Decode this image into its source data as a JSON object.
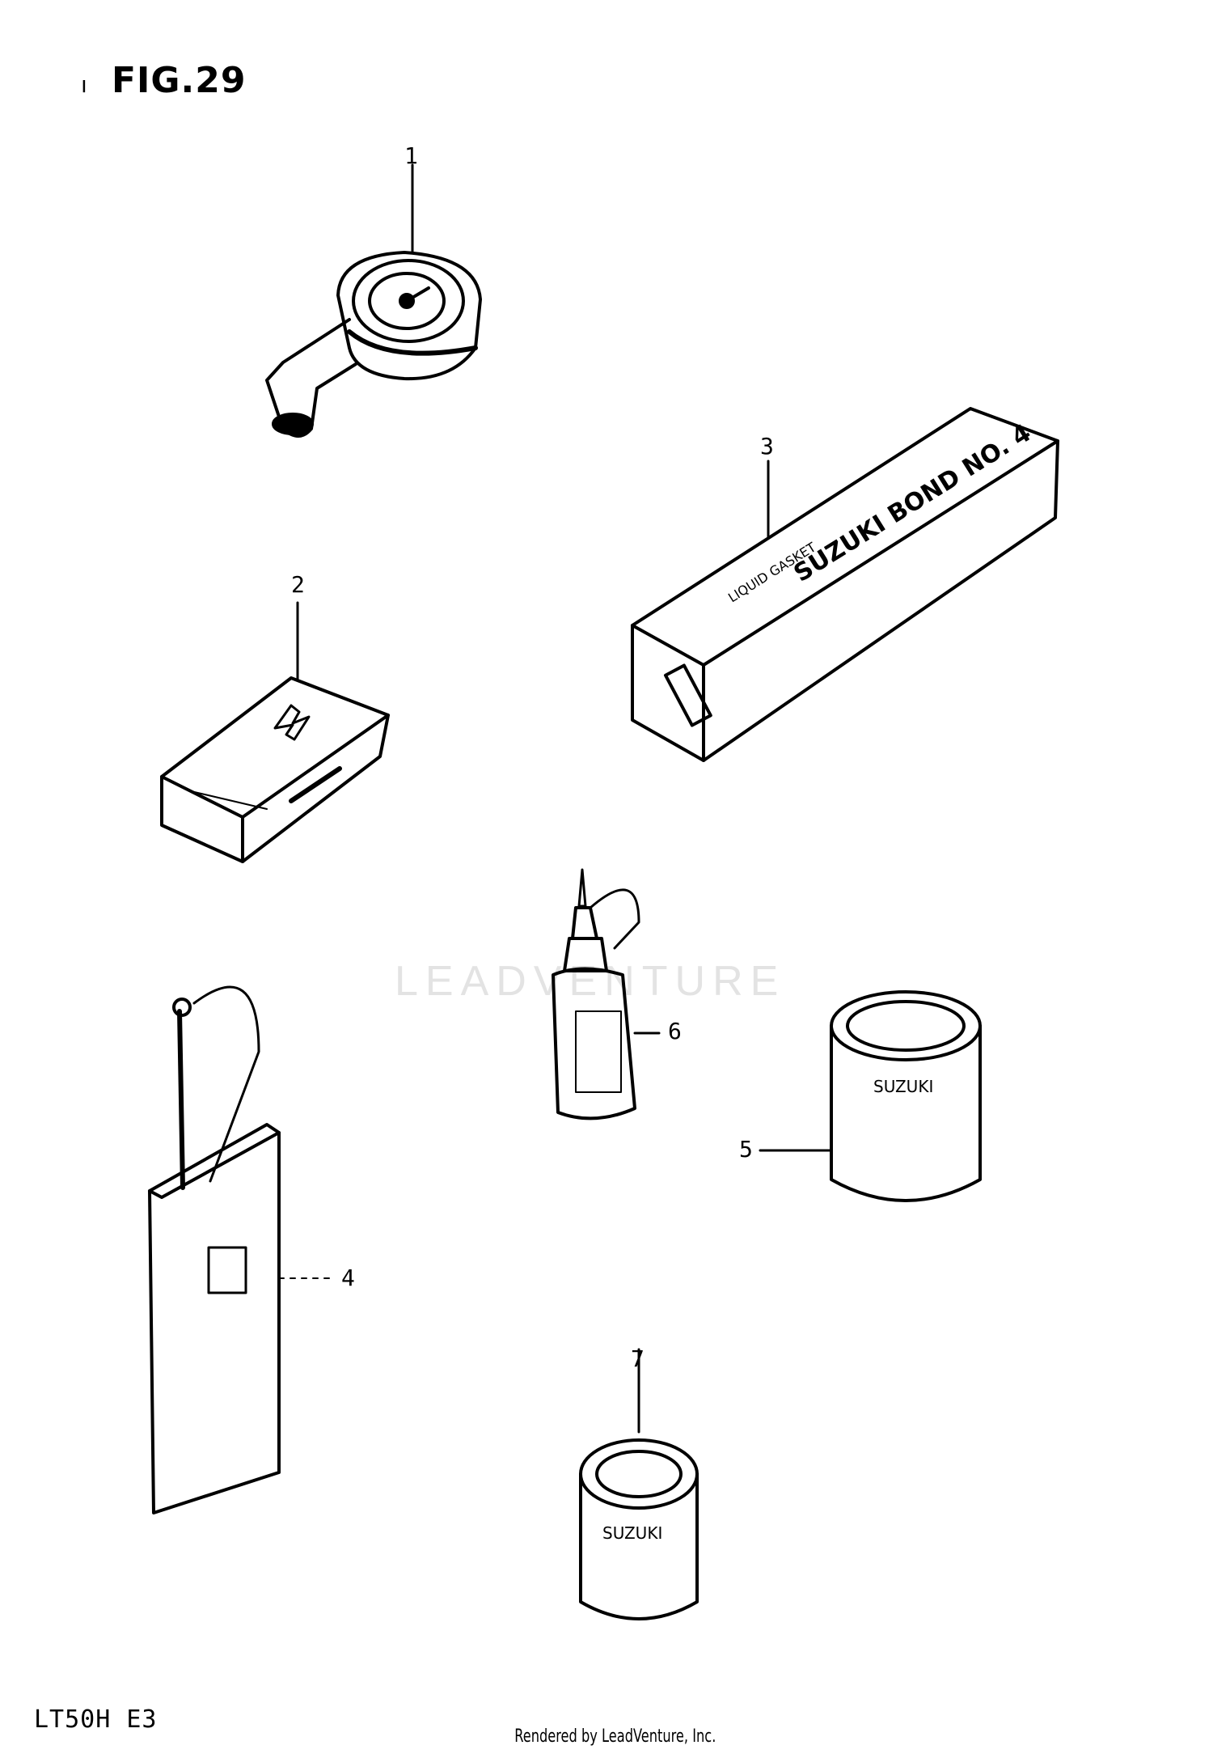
{
  "figure": {
    "title": "FIG.29"
  },
  "watermark": {
    "text": "LEADVENTURE"
  },
  "callouts": [
    "1",
    "2",
    "3",
    "4",
    "5",
    "6",
    "7"
  ],
  "parts": {
    "box_label": "SUZUKI BOND NO. 4",
    "box_sublabel": "LIQUID GASKET"
  },
  "footer": {
    "model_code": "LT50H E3",
    "credit": "Rendered by LeadVenture, Inc."
  }
}
